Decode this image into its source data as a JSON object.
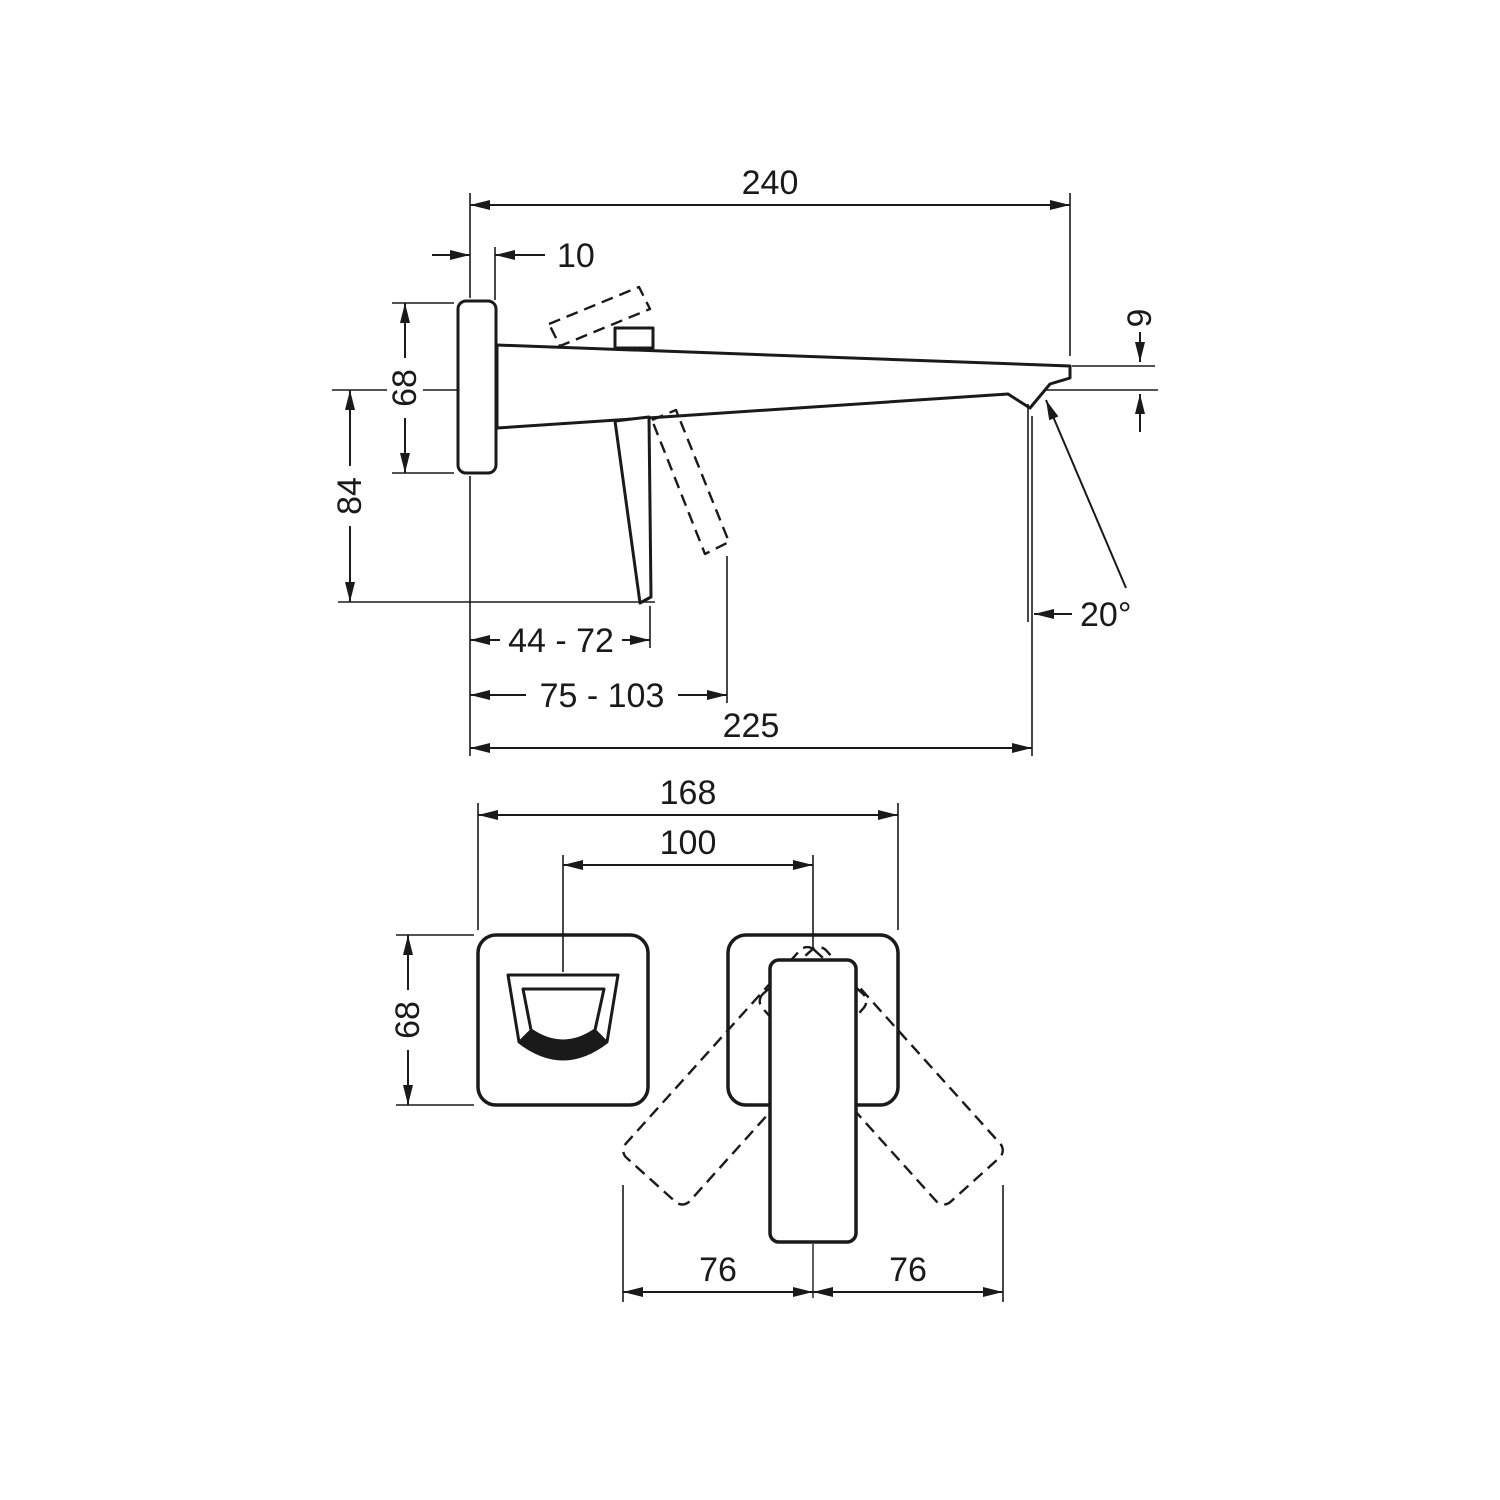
{
  "colors": {
    "line": "#1a1a1a",
    "background": "#ffffff"
  },
  "dims": {
    "side": {
      "reach": "240",
      "plate_depth": "10",
      "plate_height": "68",
      "height_below_axis": "84",
      "spout_tip_height": "9",
      "handle_range": "44 - 72",
      "handle_tip_range": "75 - 103",
      "outlet_reach": "225",
      "spout_angle": "20°"
    },
    "front": {
      "overall_width": "168",
      "center_distance": "100",
      "plate_height": "68",
      "swing_left": "76",
      "swing_right": "76"
    }
  }
}
